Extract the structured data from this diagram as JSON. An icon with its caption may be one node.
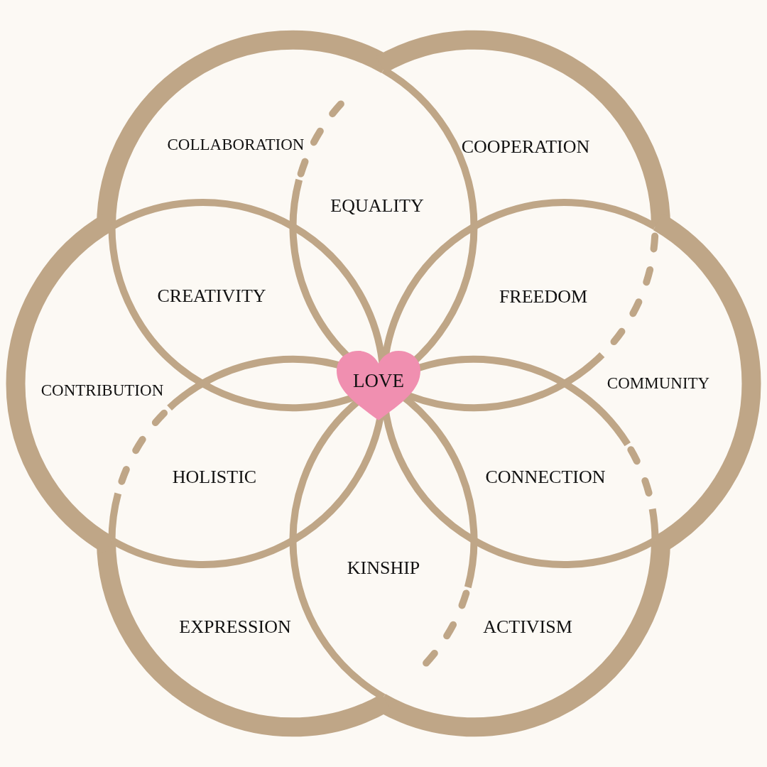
{
  "diagram": {
    "nodes": [
      {
        "text": [
          "LOVE"
        ]
      }
    ],
    "labels": [
      "COLLABORATION",
      "COOPERATION",
      "EQUALITY",
      "CREATIVITY",
      "FREEDOM",
      "CONTRIBUTION",
      "COMMUNITY",
      "HOLISTIC",
      "CONNECTION",
      "KINSHIP",
      "EXPRESSION",
      "ACTIVISM"
    ]
  }
}
